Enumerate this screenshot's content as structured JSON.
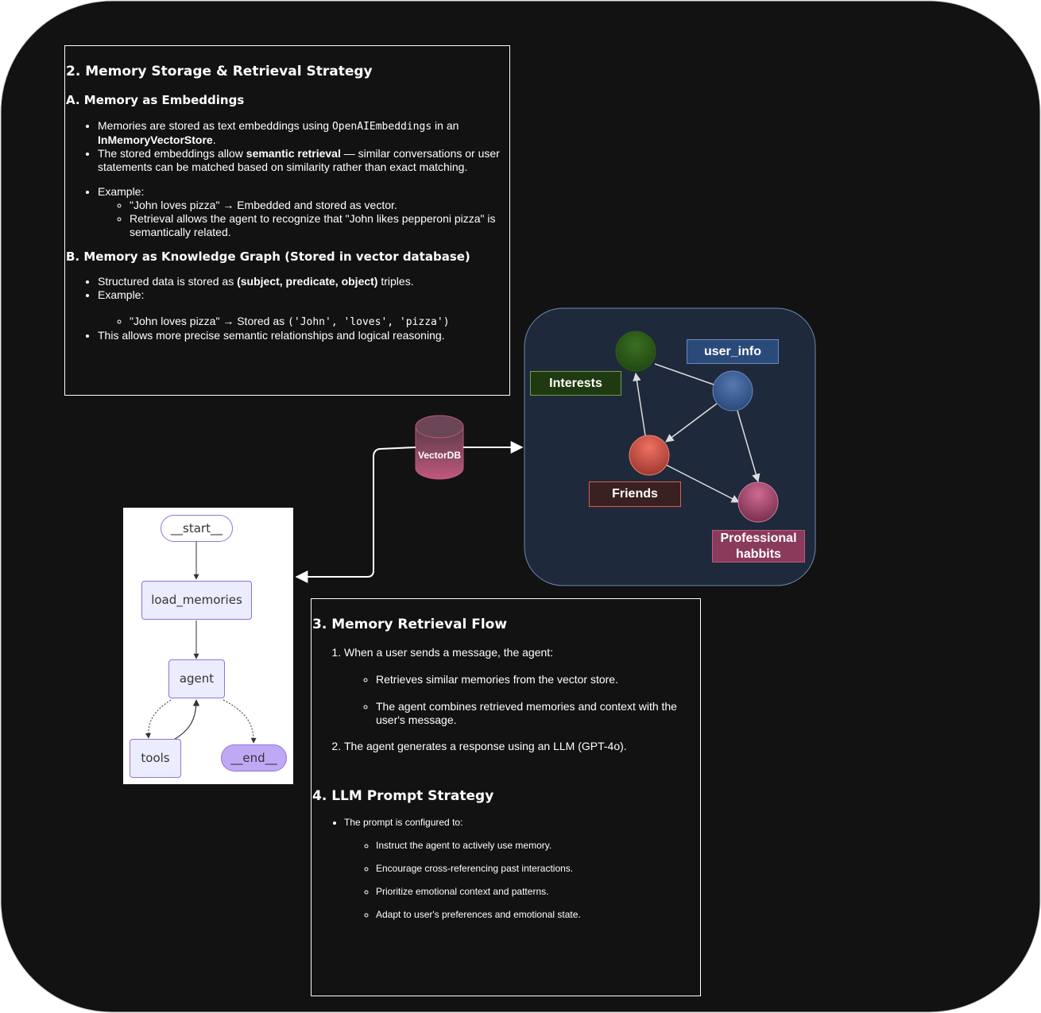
{
  "section2": {
    "title": "2. Memory Storage & Retrieval Strategy",
    "a_title": "A. Memory as Embeddings",
    "a_b1_pre": "Memories are stored as text embeddings using ",
    "a_b1_code": "OpenAIEmbeddings",
    "a_b1_mid": " in an ",
    "a_b1_bold": "InMemoryVectorStore",
    "a_b1_post": ".",
    "a_b2_pre": "The stored embeddings allow ",
    "a_b2_bold": "semantic retrieval",
    "a_b2_post": " — similar conversations or user statements can be matched based on similarity rather than exact matching.",
    "a_b3": "Example:",
    "a_b3_s1": "\"John loves pizza\" → Embedded and stored as vector.",
    "a_b3_s2": "Retrieval allows the agent to recognize that \"John likes pepperoni pizza\" is semantically related.",
    "b_title": "B. Memory as Knowledge Graph (Stored in vector database)",
    "b_b1_pre": "Structured data is stored as ",
    "b_b1_bold": "(subject, predicate, object)",
    "b_b1_post": " triples.",
    "b_b2": "Example:",
    "b_b2_s1_pre": "\"John loves pizza\" → Stored as ",
    "b_b2_s1_code": "('John', 'loves', 'pizza')",
    "b_b3": "This allows more precise semantic relationships and logical reasoning."
  },
  "section3": {
    "title": "3. Memory Retrieval Flow",
    "step1": "When a user sends a message, the agent:",
    "step1_s1": "Retrieves similar memories from the vector store.",
    "step1_s2": "The agent combines retrieved memories and context with the user's message.",
    "step2": "The agent generates a response using an LLM (GPT-4o)."
  },
  "section4": {
    "title": "4. LLM Prompt Strategy",
    "b1": "The prompt is configured to:",
    "s1": "Instruct the agent to actively use memory.",
    "s2": "Encourage cross-referencing past interactions.",
    "s3": "Prioritize emotional context and patterns.",
    "s4": "Adapt to user's preferences and emotional state."
  },
  "database": {
    "label": "VectorDB"
  },
  "graph": {
    "user_info": "user_info",
    "interests": "Interests",
    "friends": "Friends",
    "professional": "Professional habbits"
  },
  "flow": {
    "start": "__start__",
    "load_memories": "load_memories",
    "agent": "agent",
    "tools": "tools",
    "end": "__end__"
  },
  "colors": {
    "background": "#121212",
    "graph_panel": "#1E293B",
    "interests": "#2E5A1C",
    "user_info": "#4A6FA5",
    "friends": "#E05B50",
    "professional": "#C0587E",
    "database": "#C0587E",
    "node_fill": "#ECECFF",
    "node_border": "#9370DB",
    "end_fill": "#BFA9F5"
  }
}
